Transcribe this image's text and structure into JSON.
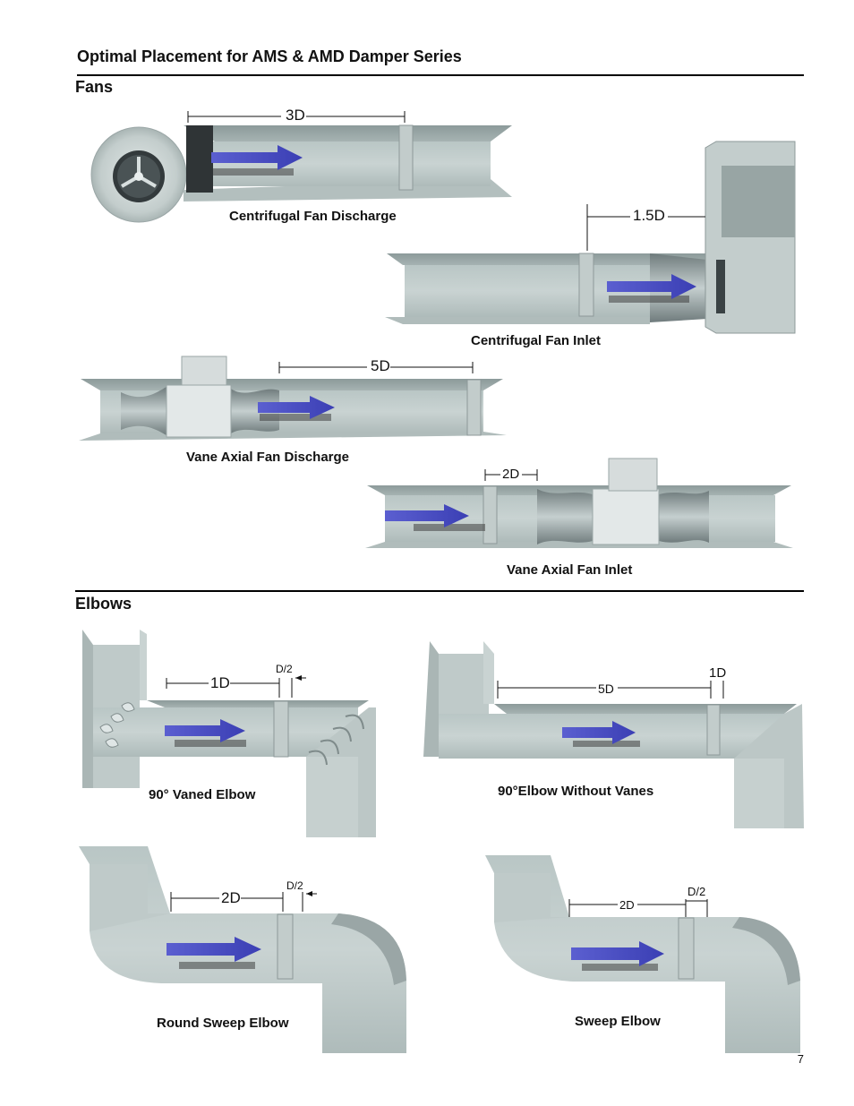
{
  "header": {
    "title": "Optimal Placement for AMS & AMD Damper Series"
  },
  "sections": {
    "fans": {
      "title": "Fans",
      "diagrams": {
        "centrifugal_discharge": {
          "caption": "Centrifugal Fan Discharge",
          "dimension": "3D"
        },
        "centrifugal_inlet": {
          "caption": "Centrifugal Fan Inlet",
          "dimension": "1.5D"
        },
        "vane_axial_discharge": {
          "caption": "Vane Axial Fan Discharge",
          "dimension": "5D"
        },
        "vane_axial_inlet": {
          "caption": "Vane Axial Fan Inlet",
          "dimension": "2D"
        }
      }
    },
    "elbows": {
      "title": "Elbows",
      "diagrams": {
        "vaned_elbow": {
          "caption": "90° Vaned Elbow",
          "dimension": "1D",
          "dimension_small": "D/2"
        },
        "elbow_no_vanes": {
          "caption": "90°Elbow Without Vanes",
          "dimension": "5D",
          "dimension_small": "1D"
        },
        "round_sweep": {
          "caption": "Round Sweep Elbow",
          "dimension": "2D",
          "dimension_small": "D/2"
        },
        "sweep": {
          "caption": "Sweep Elbow",
          "dimension": "2D",
          "dimension_small": "D/2"
        }
      }
    }
  },
  "footer": {
    "page_number": "7"
  }
}
